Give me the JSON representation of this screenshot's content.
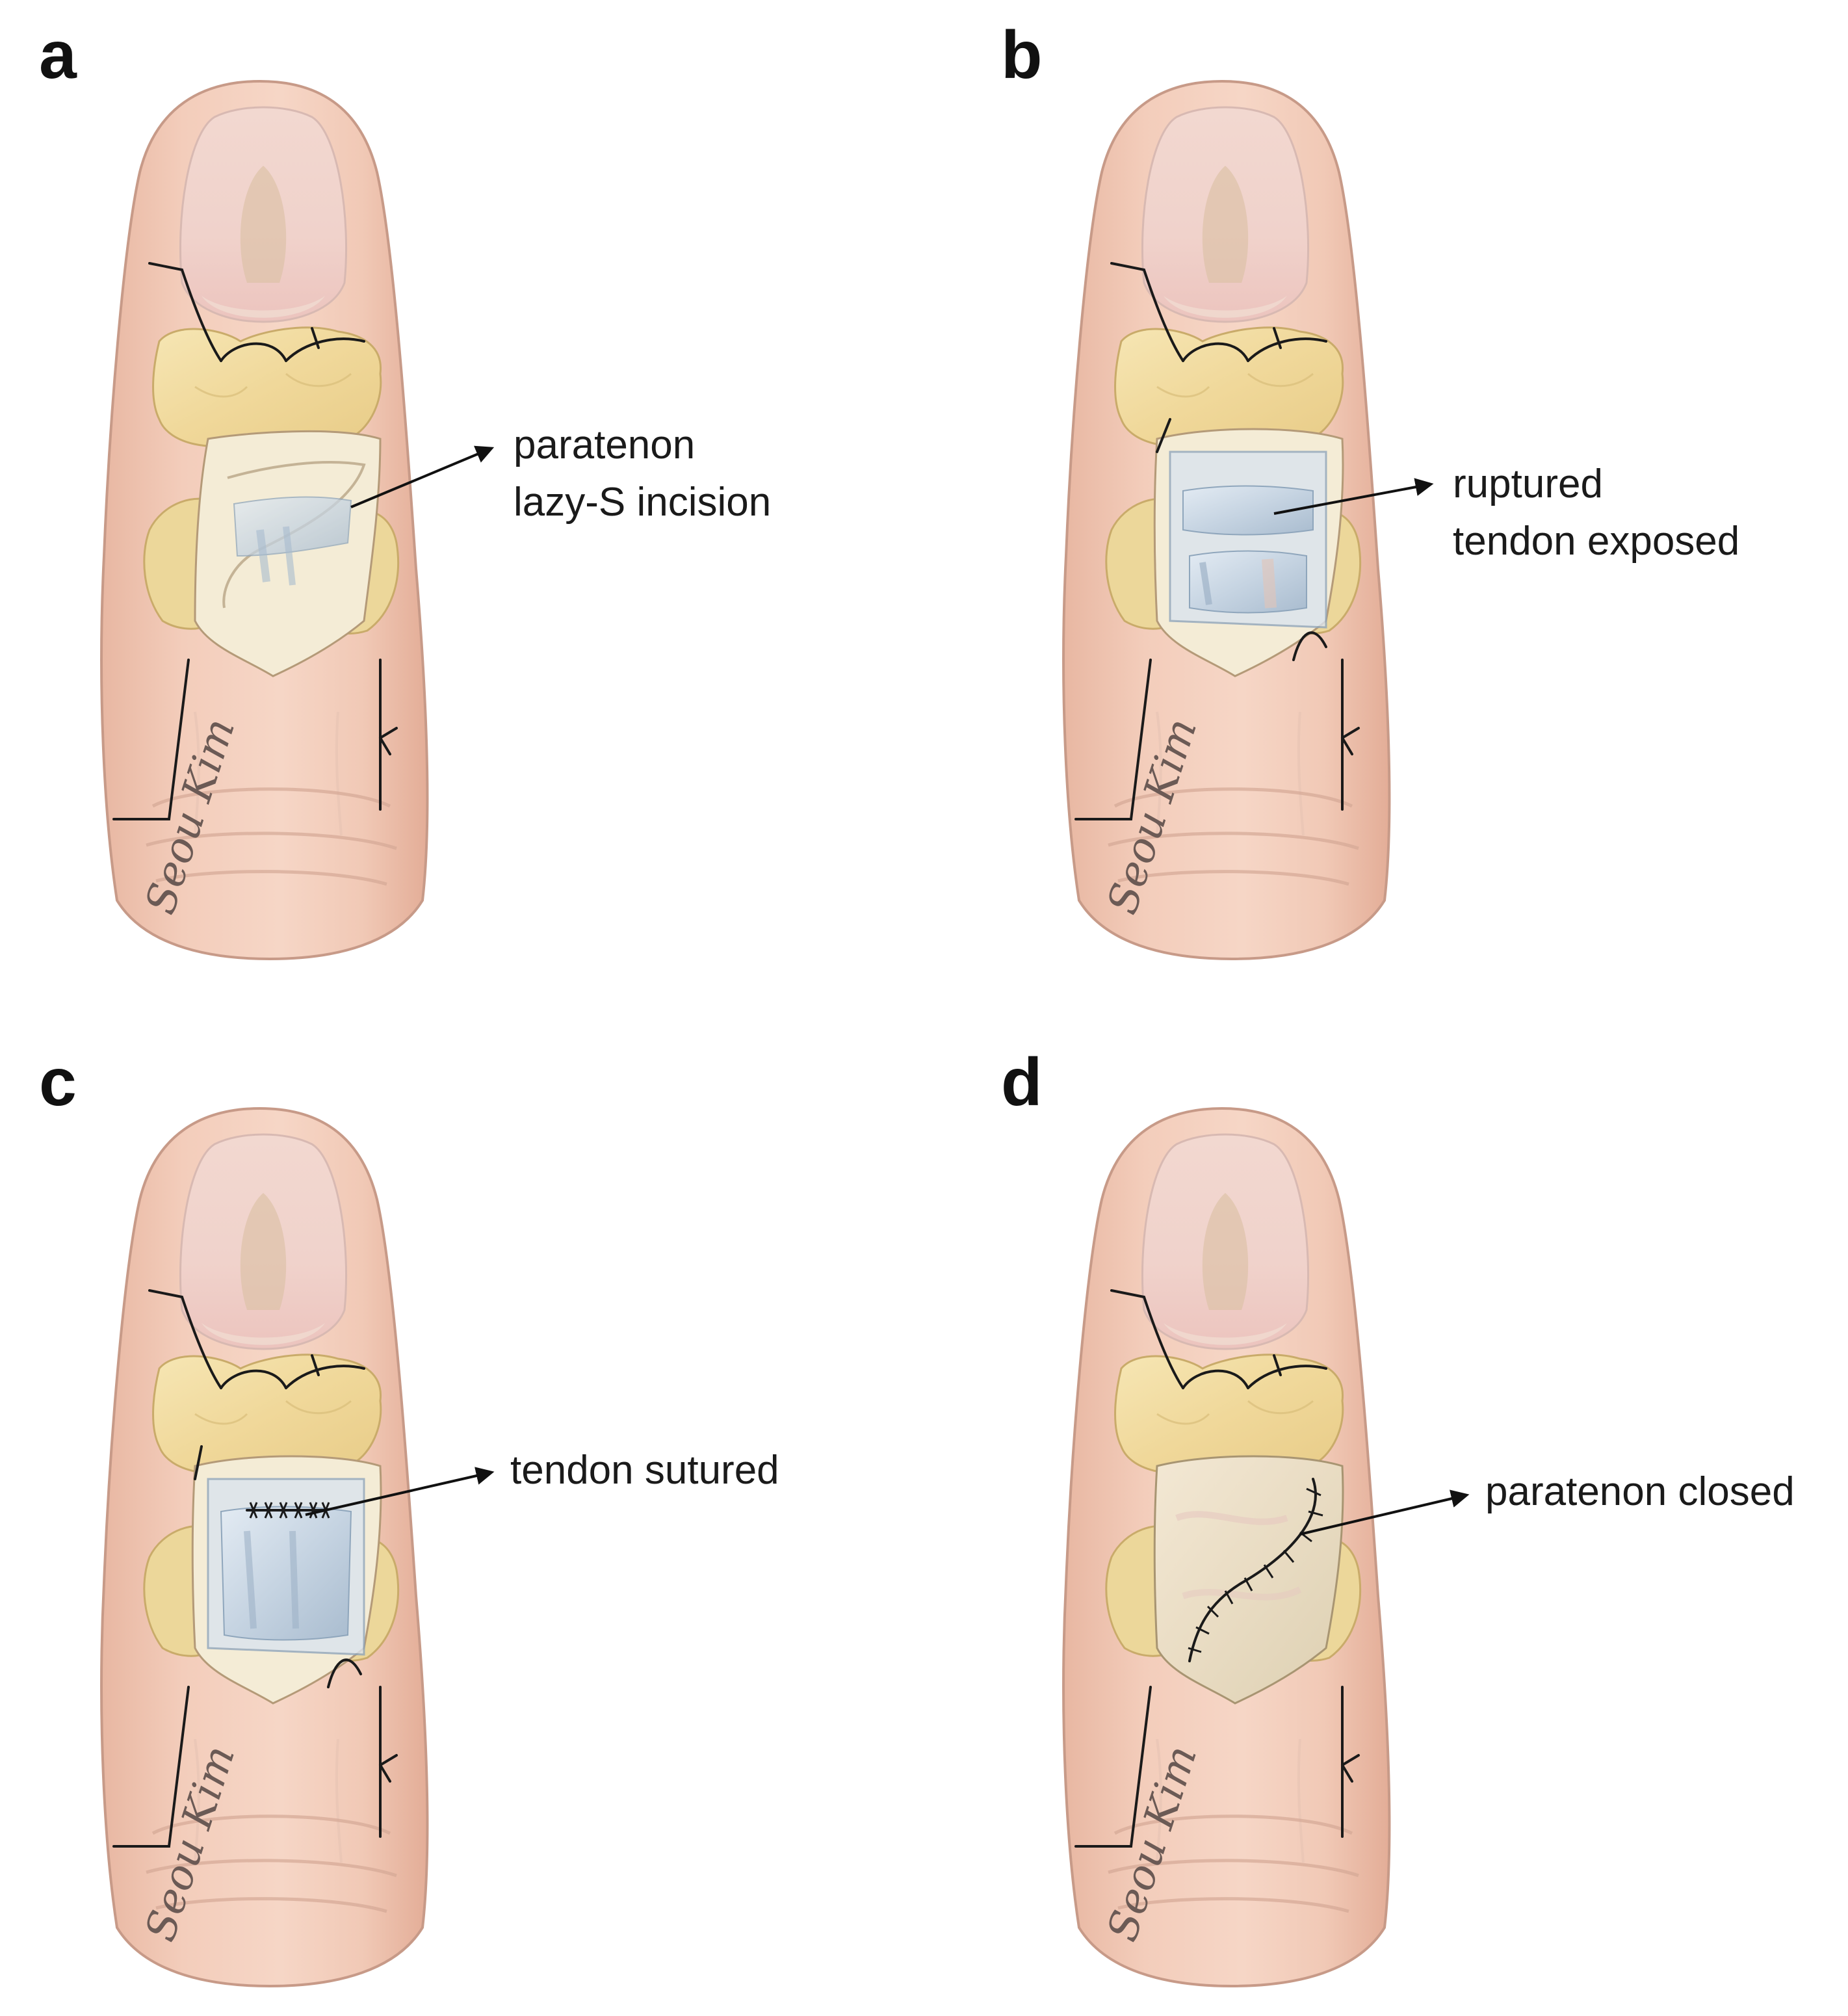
{
  "figure": {
    "panels": [
      {
        "letter": "a",
        "callout": [
          "paratenon",
          "lazy-S incision"
        ],
        "stage": "incision"
      },
      {
        "letter": "b",
        "callout": [
          "ruptured",
          "tendon exposed"
        ],
        "stage": "exposed"
      },
      {
        "letter": "c",
        "callout": [
          "tendon sutured"
        ],
        "stage": "sutured"
      },
      {
        "letter": "d",
        "callout": [
          "paratenon closed"
        ],
        "stage": "closed"
      }
    ],
    "signature": "Seou Kim"
  },
  "colors": {
    "skin": "#f1c8b4",
    "subcutaneous_fat": "#f0dca4",
    "paratenon": "#f4ecd6",
    "tendon": "#c9d6e3",
    "suture": "#1a1a1a"
  }
}
